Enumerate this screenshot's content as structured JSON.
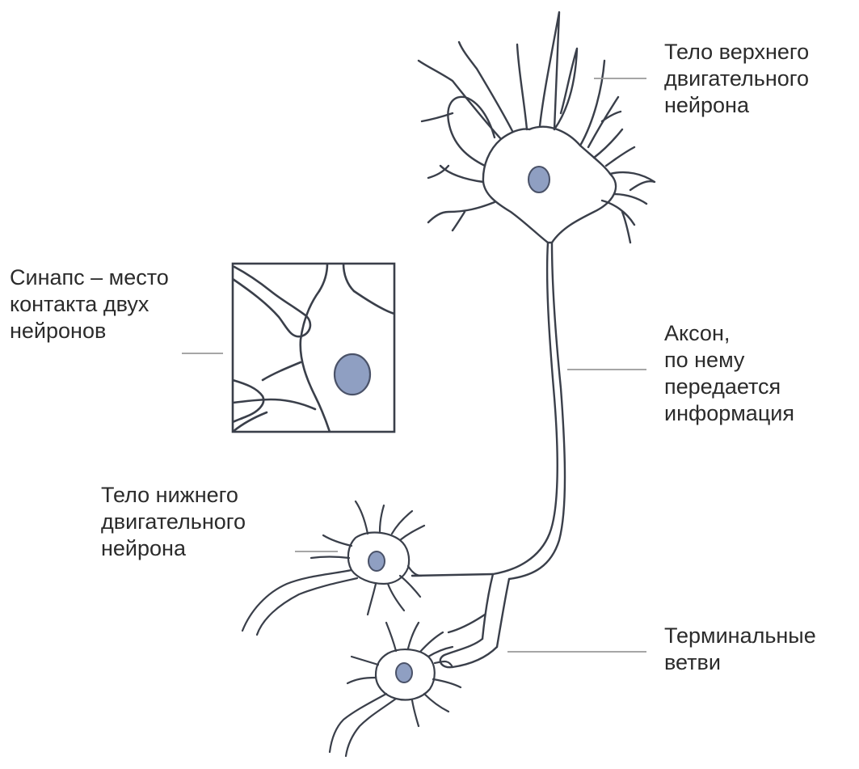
{
  "labels": {
    "upper_body": [
      "Тело верхнего",
      "двигательного",
      "нейрона"
    ],
    "synapse": [
      "Синапс – место",
      "контакта двух",
      "нейронов"
    ],
    "axon": [
      "Аксон,",
      "по нему",
      "передается",
      "информация"
    ],
    "lower_body": [
      "Тело нижнего",
      "двигательного",
      "нейрона"
    ],
    "terminals": [
      "Терминальные",
      "ветви"
    ]
  },
  "colors": {
    "outline": "#3a3f4a",
    "nucleus_fill": "#8f9fc2",
    "nucleus_stroke": "#4a5268",
    "leader": "#9a9a9a",
    "text": "#2b2b2b"
  }
}
